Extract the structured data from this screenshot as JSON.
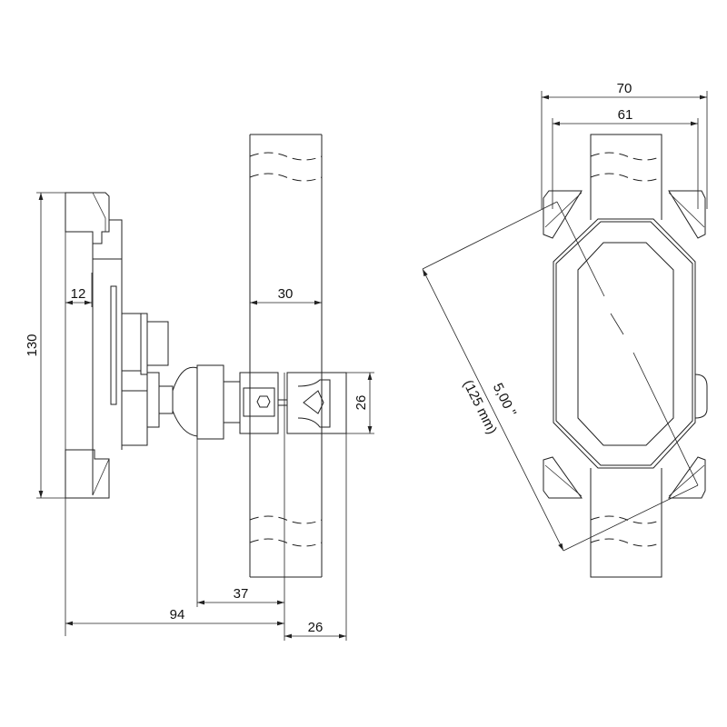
{
  "dimensions": {
    "total_width": "70",
    "inner_width": "61",
    "height": "130",
    "side_depth": "12",
    "tube_diameter": "30",
    "clamp_height": "26",
    "ball_offset": "37",
    "total_depth": "94",
    "clamp_depth": "26",
    "diagonal_in": "5,00 \"",
    "diagonal_mm": "(125 mm)"
  },
  "colors": {
    "line": "#222222",
    "background": "#ffffff"
  }
}
